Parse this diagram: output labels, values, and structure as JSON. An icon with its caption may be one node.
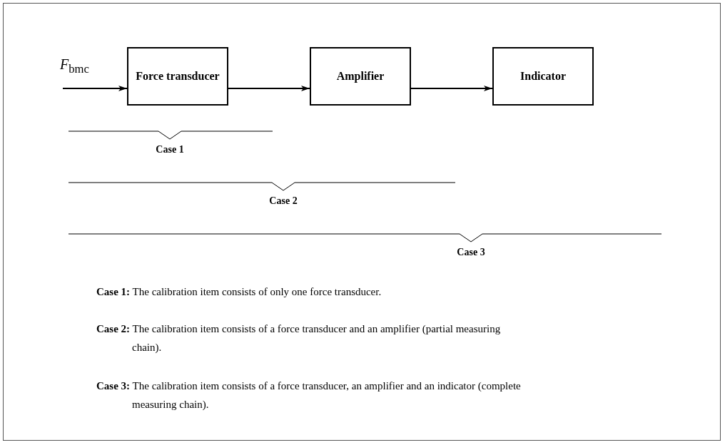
{
  "diagram": {
    "nodes": [
      {
        "text": [
          "*F*$_{bmc}$"
        ]
      },
      {
        "text": [
          "Force transducer"
        ]
      },
      {
        "text": [
          "Amplifier"
        ]
      },
      {
        "text": [
          "Indicator"
        ]
      }
    ],
    "edges": [
      {
        "from": 0,
        "to": 1,
        "arrow": "to"
      },
      {
        "from": 1,
        "to": 2,
        "arrow": "to"
      },
      {
        "from": 2,
        "to": 3,
        "arrow": "to"
      }
    ],
    "labels": [
      "Case 1",
      "Case 2",
      "Case 3",
      "**Case 1:** The calibration item consists of only one force transducer.",
      "**Case 2:** The calibration item consists of a force transducer and an amplifier (partial measuring chain).",
      "**Case 3:** The calibration item consists of a force transducer, an amplifier and an indicator (complete measuring chain)."
    ]
  }
}
